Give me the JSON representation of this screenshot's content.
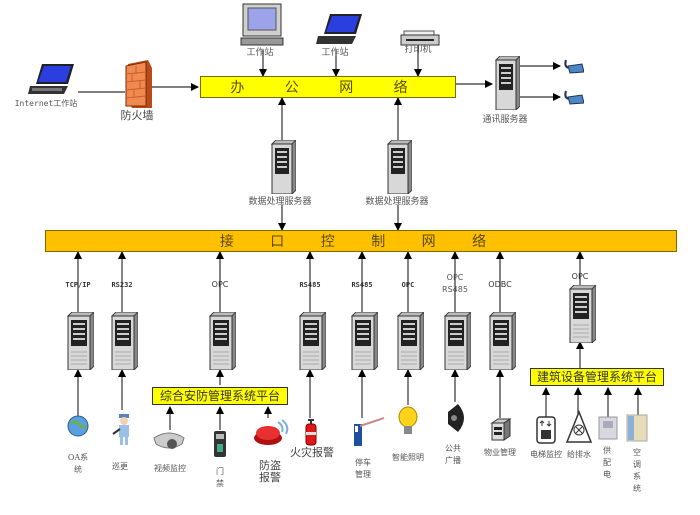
{
  "office_network": {
    "bus_label": "办 公 网 络",
    "internet_workstation": "Internet工作站",
    "firewall": "防火墙",
    "workstation_1": "工作站",
    "workstation_2": "工作站",
    "printer": "打印机",
    "comm_server": "通讯服务器",
    "data_server_1": "数据处理服务器",
    "data_server_2": "数据处理服务器"
  },
  "interface_network": {
    "bus_label": "接 口 控 制 网 络",
    "protocols": [
      "TCP/IP",
      "RS232",
      "OPC",
      "RS485",
      "RS485",
      "OPC",
      "OPC\nRS485",
      "ODBC",
      "OPC"
    ]
  },
  "platforms": {
    "security": "综合安防管理系统平台",
    "building": "建筑设备管理系统平台"
  },
  "devices": [
    {
      "label": "OA系\n统",
      "icon": "globe-icon"
    },
    {
      "label": "巡更",
      "icon": "guard-icon"
    },
    {
      "label": "视频监控",
      "icon": "camera-icon"
    },
    {
      "label": "门\n禁",
      "icon": "access-control-icon"
    },
    {
      "label": "防盗\n报警",
      "icon": "alarm-icon"
    },
    {
      "label": "火灾报警",
      "icon": "fire-extinguisher-icon"
    },
    {
      "label": "停车\n管理",
      "icon": "parking-barrier-icon"
    },
    {
      "label": "智能照明",
      "icon": "light-bulb-icon"
    },
    {
      "label": "公共\n广播",
      "icon": "speaker-icon"
    },
    {
      "label": "物业管理",
      "icon": "server-box-icon"
    },
    {
      "label": "电梯监控",
      "icon": "elevator-icon"
    },
    {
      "label": "给排水",
      "icon": "water-pump-icon"
    },
    {
      "label": "供\n配\n电",
      "icon": "power-cabinet-icon"
    },
    {
      "label": "空\n调\n系\n统",
      "icon": "hvac-cabinet-icon"
    }
  ],
  "colors": {
    "office_bus": "#ffff00",
    "interface_bus": "#ffc000",
    "platform": "#ffff00"
  }
}
